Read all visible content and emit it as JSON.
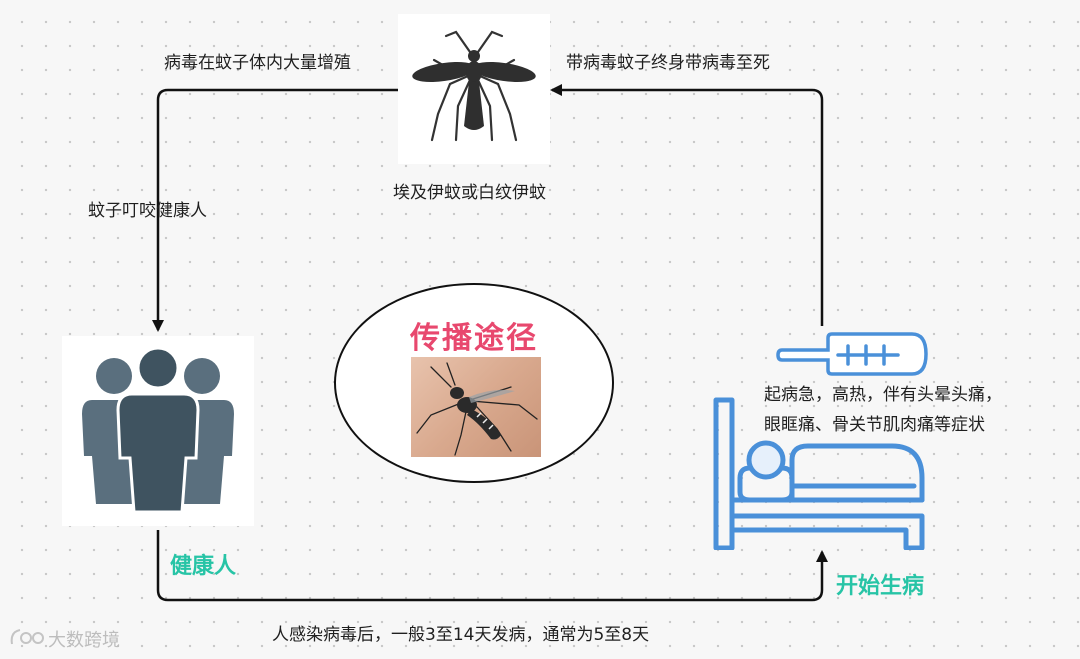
{
  "diagram": {
    "center_title": "传播途径",
    "nodes": {
      "mosquito_caption": "埃及伊蚊或白纹伊蚊",
      "healthy_person": "健康人",
      "start_illness": "开始生病",
      "symptoms_line1": "起病急，高热，伴有头晕头痛，",
      "symptoms_line2": "眼眶痛、骨关节肌肉痛等症状"
    },
    "edges": {
      "top_left": "病毒在蚊子体内大量增殖",
      "top_right": "带病毒蚊子终身带病毒至死",
      "left": "蚊子叮咬健康人",
      "bottom": "人感染病毒后，一般3至14天发病，通常为5至8天"
    },
    "watermark": "大数跨境"
  },
  "colors": {
    "accent_pink": "#e8486e",
    "accent_teal": "#27c4a6",
    "people_gray": "#5a6f7e",
    "bed_blue": "#4a90d9"
  }
}
